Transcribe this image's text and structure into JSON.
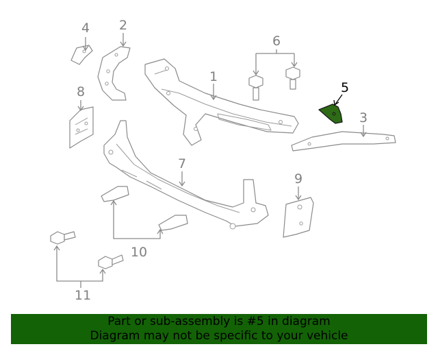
{
  "callouts": {
    "c1": "1",
    "c2": "2",
    "c3": "3",
    "c4": "4",
    "c5": "5",
    "c6": "6",
    "c7": "7",
    "c8": "8",
    "c9": "9",
    "c10": "10",
    "c11": "11"
  },
  "highlight": {
    "part_number": "5",
    "fill_color": "#2e6b16"
  },
  "banner": {
    "line1": "Part or sub-assembly is #5 in diagram",
    "line2": "Diagram may not be specific to your vehicle",
    "background_color": "#136206"
  }
}
